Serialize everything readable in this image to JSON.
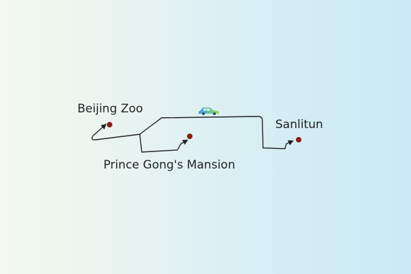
{
  "map": {
    "places": [
      {
        "id": "beijing-zoo",
        "name": "Beijing Zoo"
      },
      {
        "id": "prince-gongs-mansion",
        "name": "Prince Gong's Mansion"
      },
      {
        "id": "sanlitun",
        "name": "Sanlitun"
      }
    ],
    "colors": {
      "marker": "#8b1a12",
      "route": "#222222",
      "car_body_start": "#3aa0e8",
      "car_body_end": "#9be05a"
    },
    "icons": {
      "vehicle": "car-icon",
      "destination": "location-dot-icon"
    }
  }
}
